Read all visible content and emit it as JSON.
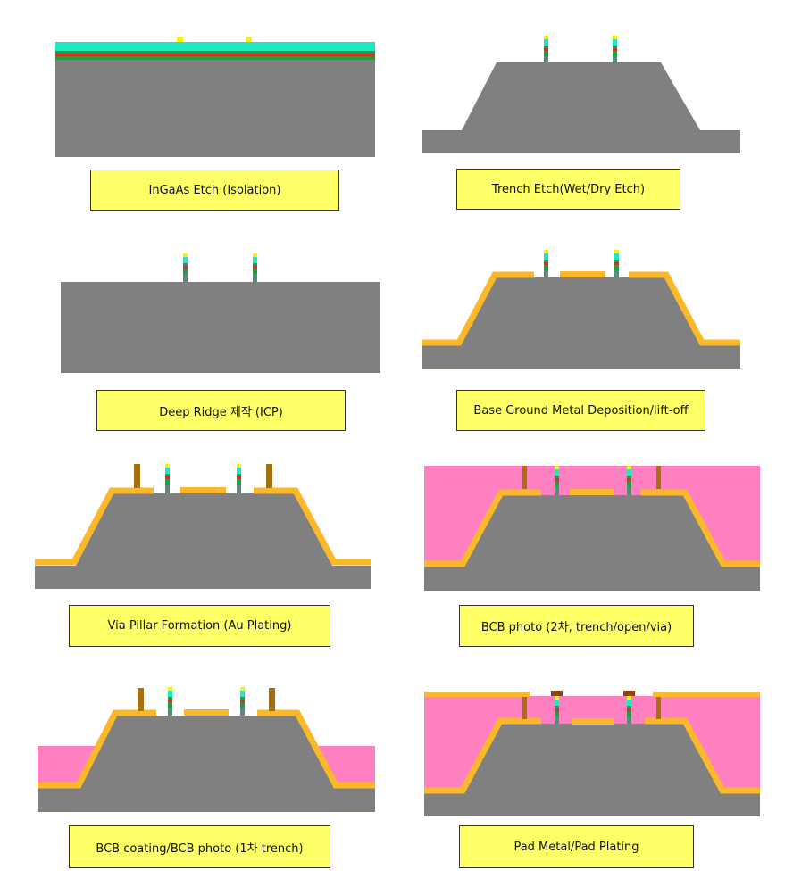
{
  "colors": {
    "substrate": "#808080",
    "metal": "#fbb829",
    "bcb": "#ff80c0",
    "via": "#a6700d",
    "pad": "#8b4513",
    "caption_bg": "#ffff66",
    "layer_cyan": "#1de9c4",
    "layer_green": "#18a33a",
    "layer_red": "#c0392b",
    "layer_yellow": "#ffef00"
  },
  "steps": [
    {
      "caption": "InGaAs Etch (Isolation)"
    },
    {
      "caption": "Trench Etch(Wet/Dry Etch)"
    },
    {
      "caption": "Deep Ridge 제작 (ICP)"
    },
    {
      "caption": "Base Ground Metal Deposition/lift-off"
    },
    {
      "caption": "Via Pillar Formation (Au Plating)"
    },
    {
      "caption": "BCB photo (2차, trench/open/via)"
    },
    {
      "caption": "BCB coating/BCB photo (1차 trench)"
    },
    {
      "caption": "Pad Metal/Pad Plating"
    }
  ]
}
